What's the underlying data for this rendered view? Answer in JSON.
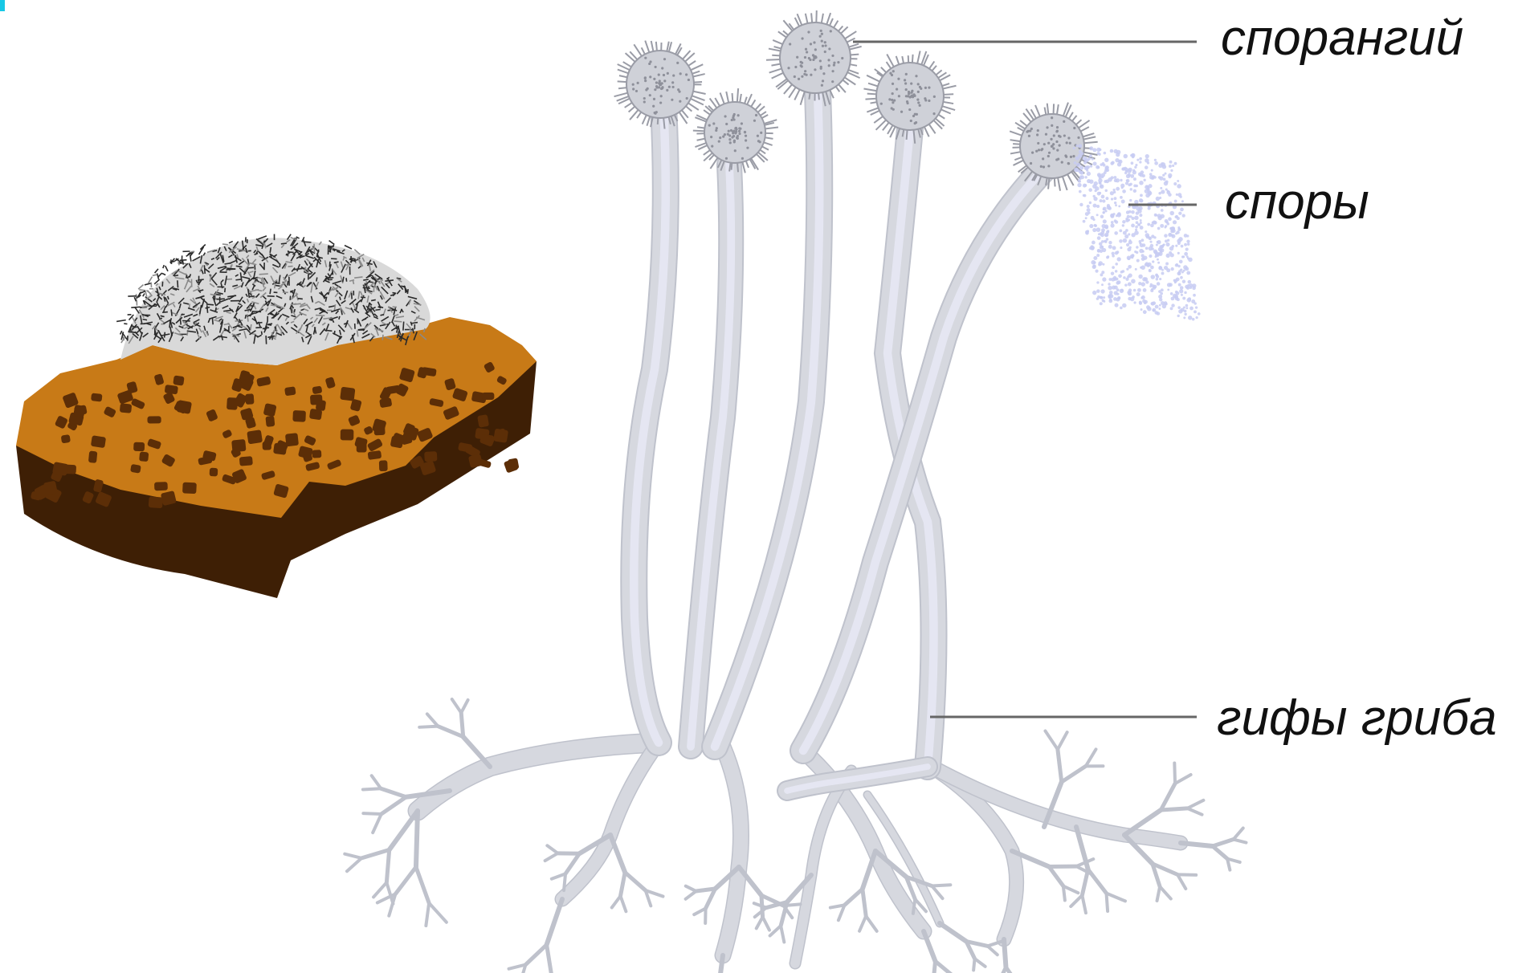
{
  "labels": {
    "sporangium": "спорангий",
    "spores": "споры",
    "hyphae": "гифы гриба"
  },
  "colors": {
    "hypha": "#d6d8df",
    "hypha_outline": "#bfc2cc",
    "hypha_tint": "#e8eaf6",
    "spore_cloud": "#c7cbf2",
    "bread_crust": "#3e1f05",
    "bread_top": "#c87a17",
    "bread_spots": "#5c2e07",
    "mold": "#2a2a2a",
    "leader_line": "#666666",
    "label_text": "#111111"
  }
}
